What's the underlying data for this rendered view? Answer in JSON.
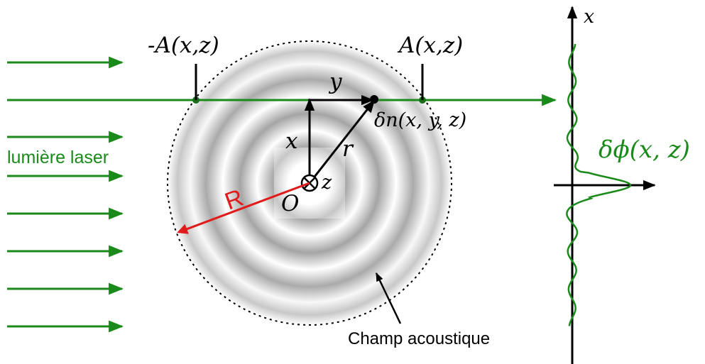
{
  "labels": {
    "minus_A": "-A(x,z)",
    "plus_A": "A(x,z)",
    "y": "y",
    "delta_n": "δn(x, y, z)",
    "x": "x",
    "r": "r",
    "z": "z",
    "O": "O",
    "R": "R",
    "laser": "lumière laser",
    "acoustic_field": "Champ acoustique",
    "x_axis": "x",
    "delta_phi": "δϕ(x, z)"
  },
  "colors": {
    "laser": "#1a8a1a",
    "radius": "#e01b1b",
    "ink": "#000000"
  },
  "icons": {
    "origin": "circled-cross-icon"
  }
}
